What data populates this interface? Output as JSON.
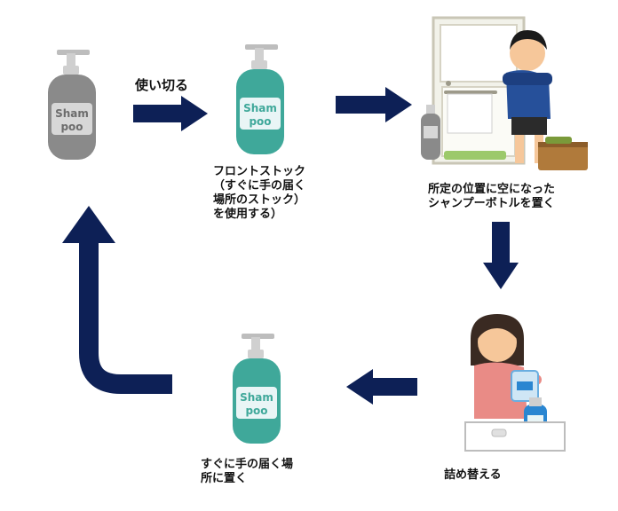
{
  "colors": {
    "arrow": "#0d2056",
    "bottle_teal": "#3fa89a",
    "bottle_gray": "#8a8a8a",
    "label_white": "#e9f5f6"
  },
  "steps": {
    "use_up": "使い切る",
    "front_stock": "フロントストック\n（すぐに手の届く\n場所のストック）\nを使用する）",
    "place_empty": "所定の位置に空になった\nシャンプーボトルを置く",
    "refill": "詰め替える",
    "place_near": "すぐに手の届く場\n所に置く"
  },
  "bottle_label": {
    "line1": "Sham",
    "line2": "poo"
  },
  "icons": {
    "empty_bottle": "gray-shampoo-bottle-icon",
    "full_bottle": "teal-shampoo-bottle-icon",
    "bathroom": "boy-undressing-bathroom-icon",
    "refill": "girl-refilling-bottle-icon"
  }
}
